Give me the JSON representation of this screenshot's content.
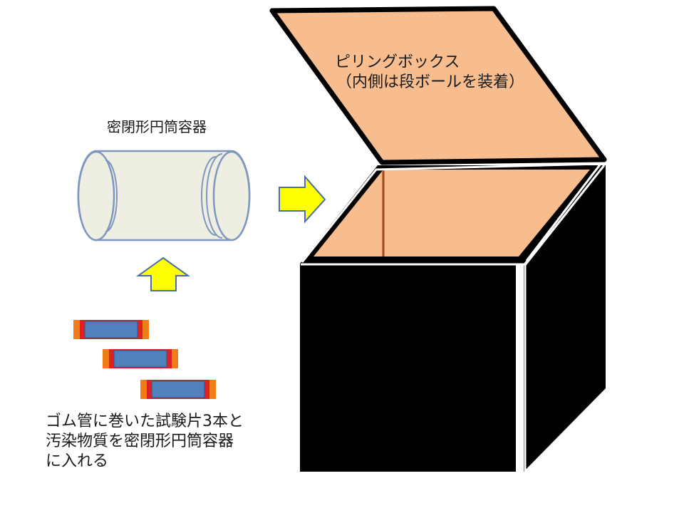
{
  "labels": {
    "cylinder": "密閉形円筒容器",
    "box_line1": "ピリングボックス",
    "box_line2": "（内側は段ボールを装着）",
    "steps_line1": "ゴム管に巻いた試験片3本と",
    "steps_line2": "汚染物質を密閉形円筒容器",
    "steps_line3": "に入れる"
  },
  "colors": {
    "box_body": "#000000",
    "box_interior": "#f8bd8e",
    "lid": "#f8bd8e",
    "arrow_fill": "#ffff00",
    "arrow_stroke": "#4a6fa5",
    "cylinder_fill": "#eeeee2",
    "cylinder_stroke": "#7f96bd",
    "specimen_body": "#4f81bd",
    "specimen_band": "#e02020",
    "specimen_end": "#f07c1a"
  },
  "specimens": {
    "count": 3
  }
}
